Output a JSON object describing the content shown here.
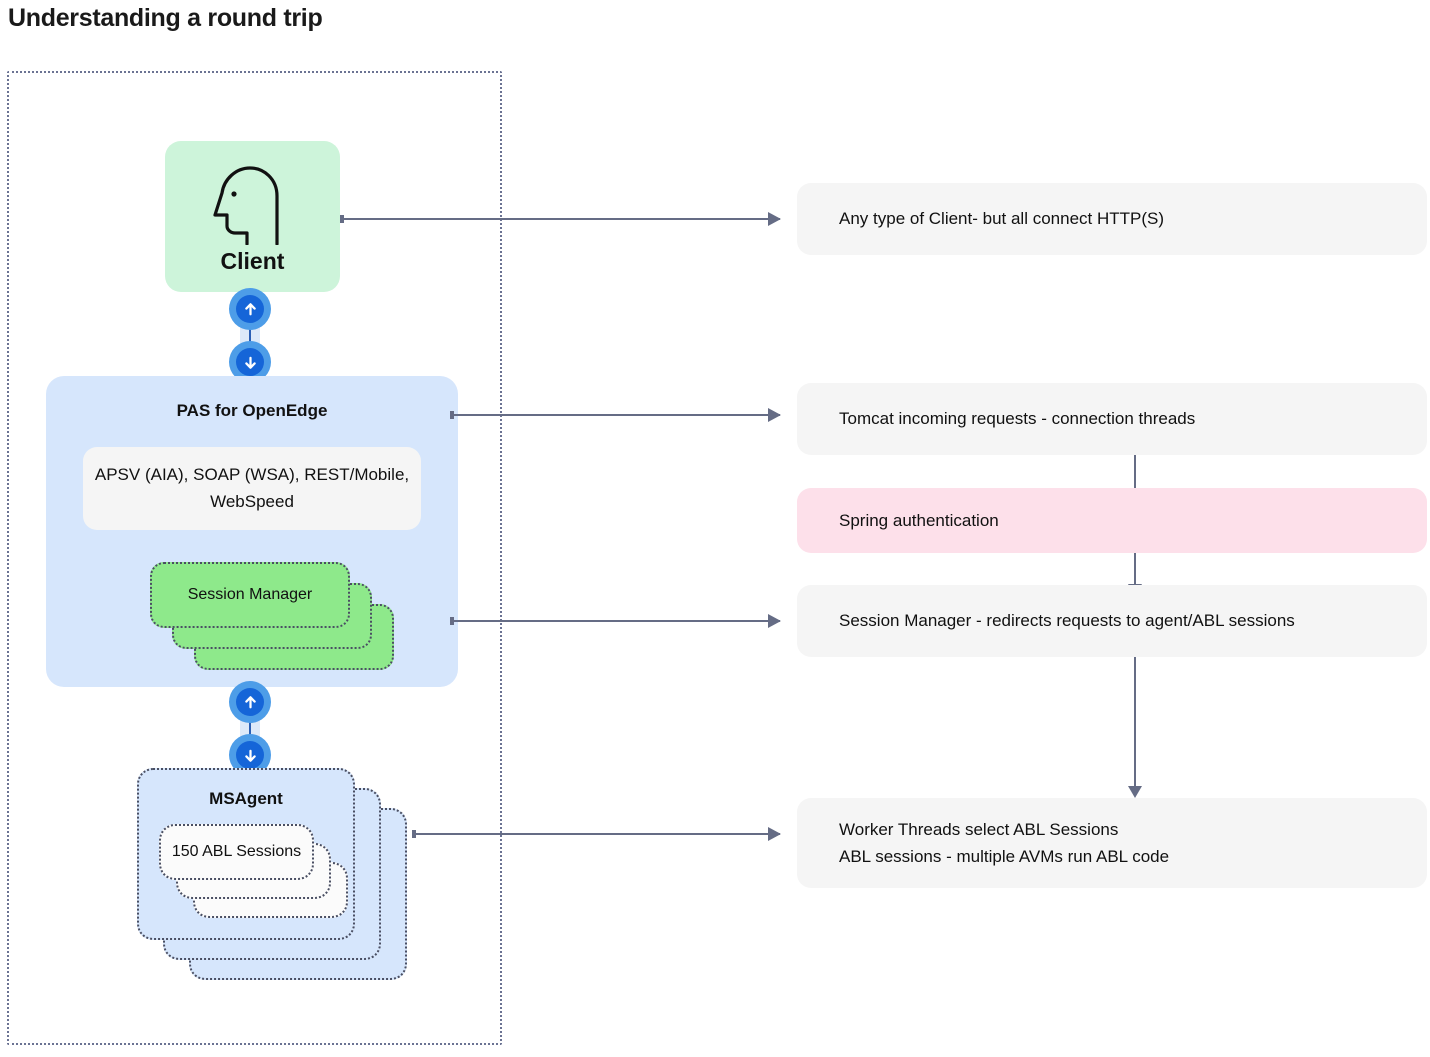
{
  "title": "Understanding a round trip",
  "colors": {
    "client_box": "#cdf4da",
    "pas_box": "#d6e6fc",
    "session_manager": "#8ee98b",
    "agent_box": "#d6e6fc",
    "callout_default": "#f5f5f5",
    "callout_highlight": "#fde0ea",
    "connector": "#656c85",
    "badge_outer": "#4d9de8",
    "badge_inner": "#1565d8",
    "boundary": "#6b7393"
  },
  "diagram": {
    "client": {
      "label": "Client",
      "icon": "head-profile-icon"
    },
    "pas": {
      "title": "PAS for OpenEdge",
      "protocols": "APSV (AIA), SOAP (WSA), REST/Mobile, WebSpeed",
      "session_manager": {
        "label": "Session Manager",
        "stack_count": 3
      }
    },
    "msagent": {
      "label": "MSAgent",
      "stack_count": 3,
      "abl_sessions": {
        "label": "150 ABL Sessions",
        "stack_count": 3
      }
    },
    "links": [
      {
        "name": "client-to-pas",
        "up_icon": "arrow-up-circle-icon",
        "down_icon": "arrow-down-circle-icon"
      },
      {
        "name": "pas-to-msagent",
        "up_icon": "arrow-up-circle-icon",
        "down_icon": "arrow-down-circle-icon"
      }
    ]
  },
  "callouts": [
    {
      "name": "client",
      "text": "Any type of Client- but all connect HTTP(S)",
      "style": "default"
    },
    {
      "name": "tomcat",
      "text": "Tomcat incoming requests - connection threads",
      "style": "default"
    },
    {
      "name": "spring",
      "text": "Spring authentication",
      "style": "highlight"
    },
    {
      "name": "session-manager",
      "text": "Session Manager - redirects requests to agent/ABL sessions",
      "style": "default"
    },
    {
      "name": "worker-threads",
      "line1": "Worker Threads select ABL Sessions",
      "line2": "ABL sessions - multiple AVMs run ABL code",
      "style": "default"
    }
  ]
}
